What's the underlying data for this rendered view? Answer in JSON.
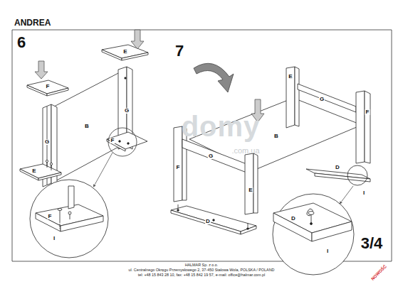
{
  "diagram": {
    "title": "ANDREA",
    "labels": [
      "6",
      "E",
      "F",
      "G",
      "B",
      "G",
      "F",
      "E",
      "F",
      "I",
      "7",
      "E",
      "G",
      "F",
      "B",
      "F",
      "G",
      "E",
      "D",
      "I",
      "D",
      "D",
      "I",
      "3/4",
      "HALMAR Sp. z o.o.",
      "ul. Centralnego Okręgu Przemysłowego 2, 37-450 Stalowa Wola, POLSKA / POLAND",
      "tel: +48 15 843 28 10, fax: +48 15 842 19 57, e-mail: office@halmar.com.pl",
      "NOWOŚĆ",
      "domy",
      ".com.ua"
    ]
  }
}
